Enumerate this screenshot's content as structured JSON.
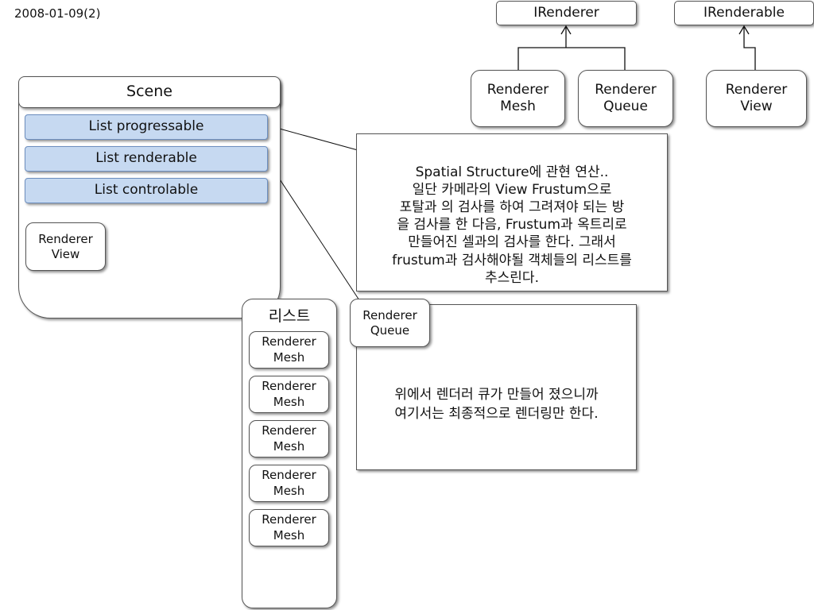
{
  "date_label": "2008-01-09(2)",
  "interfaces": {
    "irenderer": "IRenderer",
    "irenderable": "IRenderable"
  },
  "hierarchy": {
    "renderer_mesh": "Renderer\nMesh",
    "renderer_queue": "Renderer\nQueue",
    "renderer_view": "Renderer\nView"
  },
  "scene": {
    "title": "Scene",
    "lists": [
      "List progressable",
      "List renderable",
      "List controlable"
    ],
    "renderer_view": "Renderer\nView"
  },
  "notes": {
    "spatial": "Spatial Structure에 관현 연산..\n일단 카메라의 View Frustum으로\n포탈과 의 검사를 하여 그려져야 되는 방\n을 검사를 한 다음, Frustum과 옥트리로\n만들어진 셀과의 검사를 한다. 그래서\nfrustum과 검사해야될 객체들의 리스트를\n추스린다.",
    "queue": "위에서 렌더러 큐가 만들어 졌으니까\n여기서는 최종적으로 렌더링만 한다."
  },
  "list_panel": {
    "title": "리스트",
    "items": [
      "Renderer\nMesh",
      "Renderer\nMesh",
      "Renderer\nMesh",
      "Renderer\nMesh",
      "Renderer\nMesh"
    ]
  },
  "queue_label": "Renderer\nQueue",
  "colors": {
    "list_fill": "#c6d9f1",
    "list_border": "#6c8ebf",
    "stroke": "#555555"
  }
}
